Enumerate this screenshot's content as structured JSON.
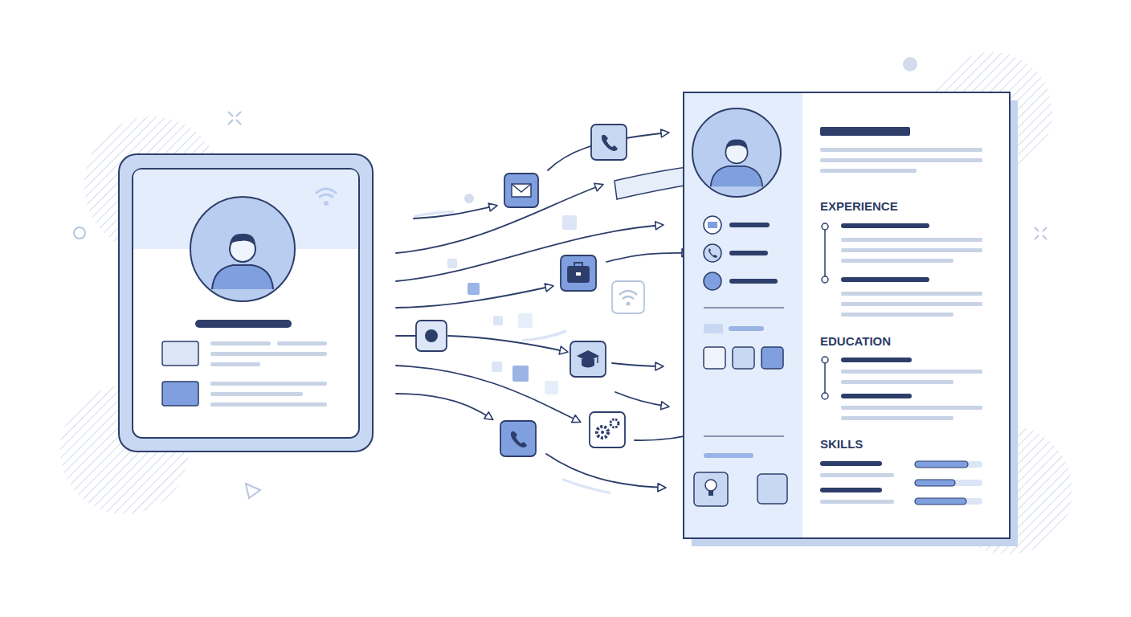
{
  "diagram": {
    "nodes": [
      {
        "text": [
          "EXPERIENCE",
          "EDUCATION",
          "SKILLS"
        ]
      }
    ]
  }
}
